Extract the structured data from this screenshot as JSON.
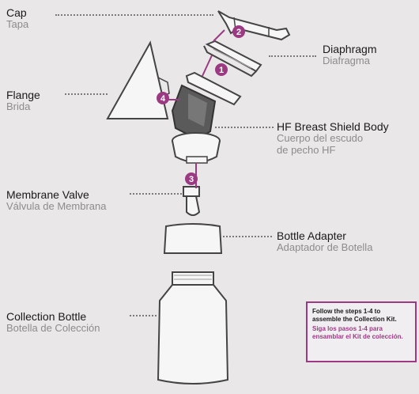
{
  "labels": {
    "cap": {
      "en": "Cap",
      "es": "Tapa"
    },
    "diaphragm": {
      "en": "Diaphragm",
      "es": "Diafragma"
    },
    "flange": {
      "en": "Flange",
      "es": "Brida"
    },
    "shield_body": {
      "en": "HF Breast Shield Body",
      "es_line1": "Cuerpo del escudo",
      "es_line2": "de pecho HF"
    },
    "membrane_valve": {
      "en": "Membrane Valve",
      "es": "Válvula de Membrana"
    },
    "bottle_adapter": {
      "en": "Bottle Adapter",
      "es": "Adaptador de Botella"
    },
    "collection_bottle": {
      "en": "Collection Bottle",
      "es": "Botella de Colección"
    }
  },
  "steps": [
    "1",
    "2",
    "3",
    "4"
  ],
  "callout": {
    "en": "Follow the steps 1-4 to assemble the Collection Kit.",
    "es": "Siga los pasos 1-4 para ensamblar el Kit de colección."
  },
  "colors": {
    "accent": "#9b3a83",
    "background": "#e9e7e8",
    "part_fill": "#f7f6f7",
    "part_stroke": "#444444",
    "smoke": "#4d4d4d"
  }
}
